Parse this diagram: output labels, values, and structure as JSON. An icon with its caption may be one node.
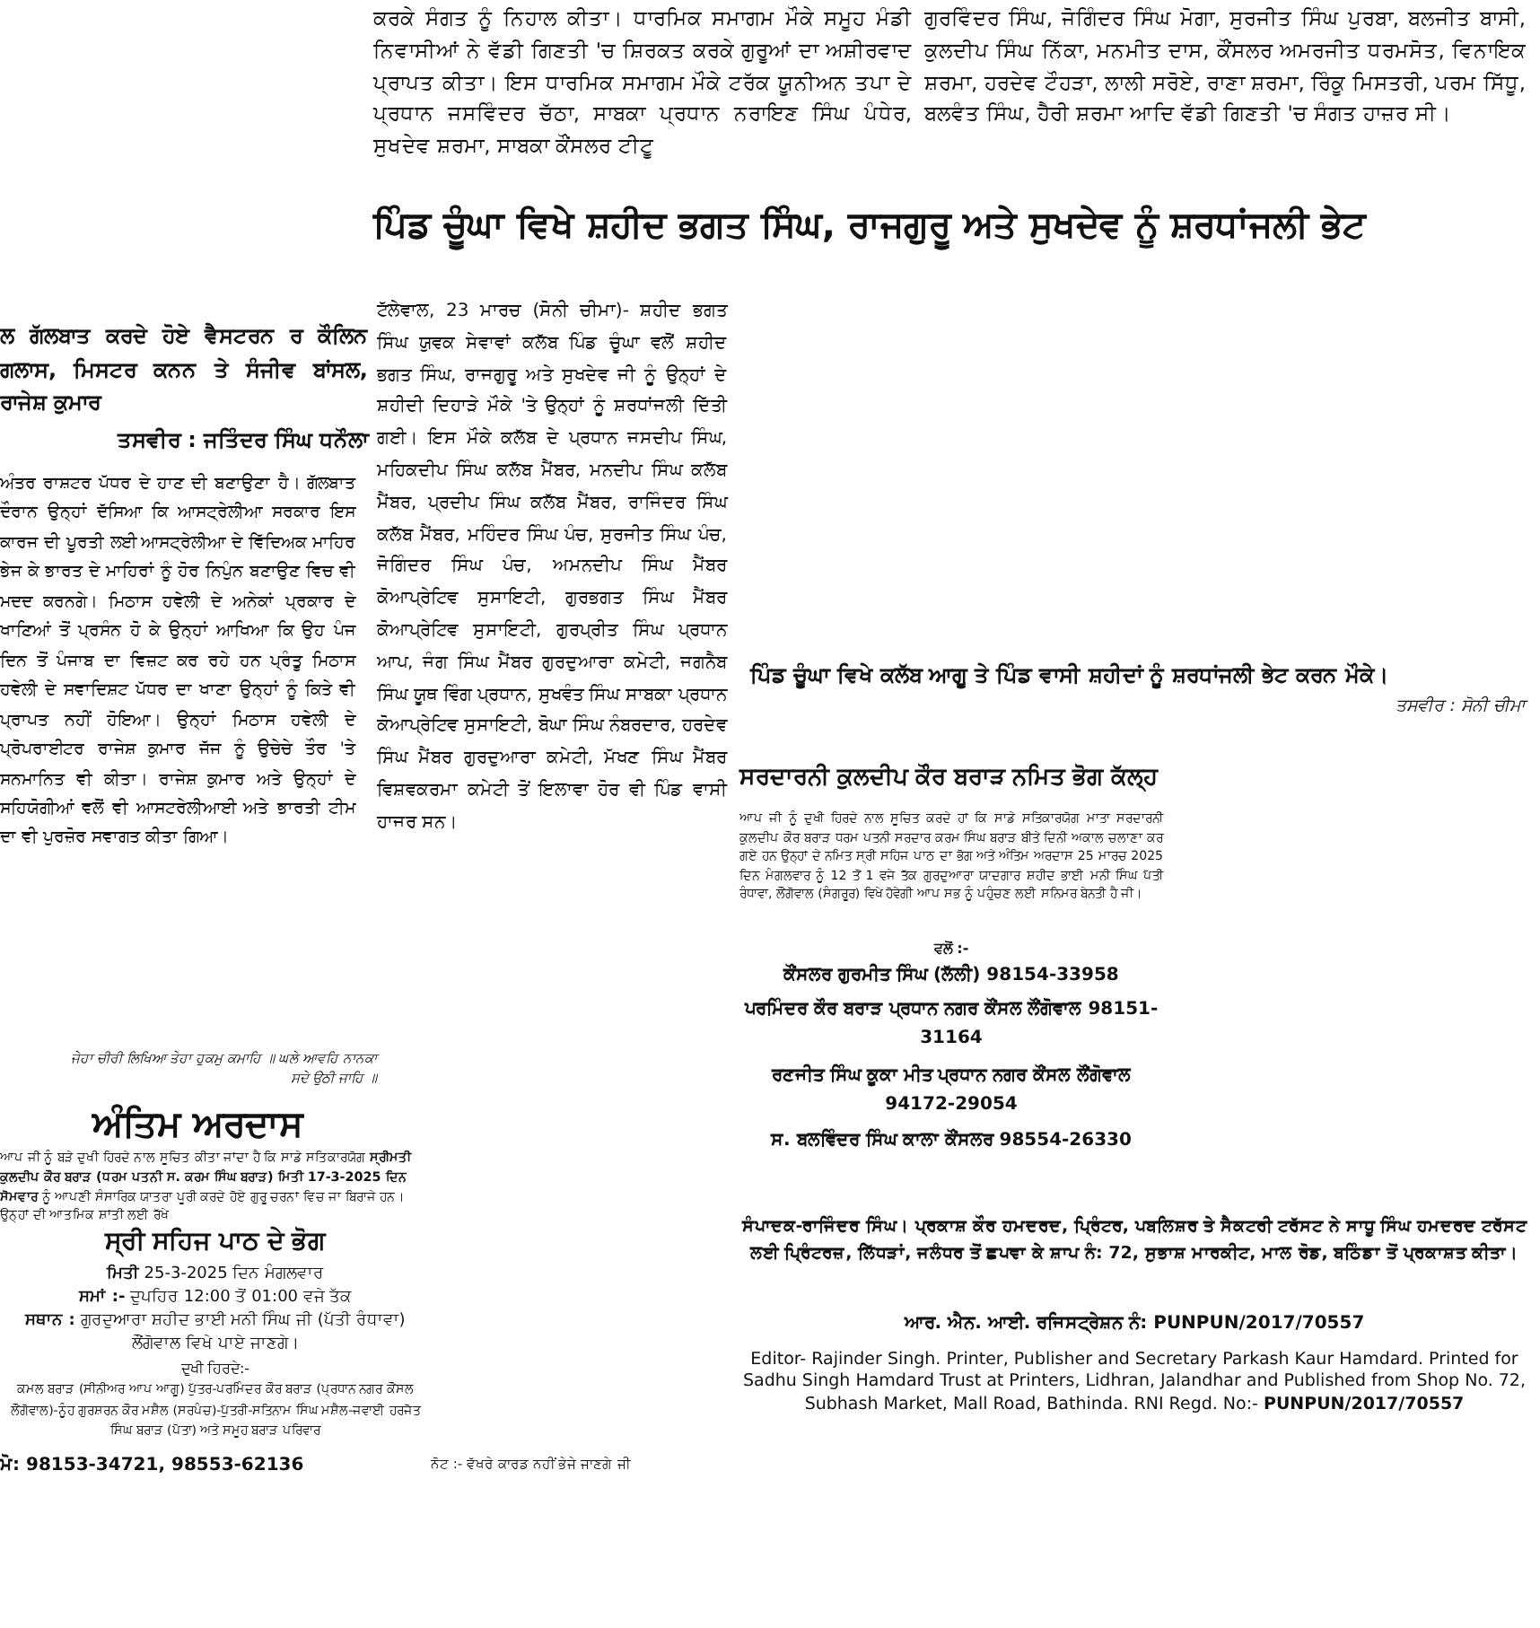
{
  "diagram": {
    "labels": [
      "ਕਰਕੇ ਸੰਗਤ ਨੂੰ ਨਿਹਾਲ ਕੀਤਾ। ਧਾਰਮਿਕ ਸਮਾਗਮ ਮੌਕੇ ਸਮੂਹ ਮੰਡੀ ਨਿਵਾਸੀਆਂ ਨੇ ਵੱਡੀ ਗਿਣਤੀ 'ਚ ਸ਼ਿਰਕਤ ਕਰਕੇ ਗੁਰੂਆਂ ਦਾ ਅਸ਼ੀਰਵਾਦ ਪ੍ਰਾਪਤ ਕੀਤਾ। ਇਸ ਧਾਰਮਿਕ ਸਮਾਗਮ ਮੌਕੇ ਟਰੱਕ ਯੂਨੀਅਨ ਤਪਾ ਦੇ ਪ੍ਰਧਾਨ ਜਸਵਿੰਦਰ ਚੱਠਾ, ਸਾਬਕਾ ਪ੍ਰਧਾਨ ਨਰਾਇਣ ਸਿੰਘ ਪੰਧੇਰ, ਸੁਖਦੇਵ ਸ਼ਰਮਾ, ਸਾਬਕਾ ਕੌਂਸਲਰ ਟੀਟੂ",
      "ਗੁਰਵਿੰਦਰ ਸਿੰਘ, ਜੋਗਿੰਦਰ ਸਿੰਘ ਮੋਗਾ, ਸੁਰਜੀਤ ਸਿੰਘ ਪੁਰਬਾ, ਬਲਜੀਤ ਬਾਸੀ, ਕੁਲਦੀਪ ਸਿੰਘ ਨਿੱਕਾ, ਮਨਮੀਤ ਦਾਸ, ਕੌਂਸਲਰ ਅਮਰਜੀਤ ਧਰਮਸੋਤ, ਵਿਨਾਇਕ ਸ਼ਰਮਾ, ਹਰਦੇਵ ਟੌਹੜਾ, ਲਾਲੀ ਸਰੋਏ, ਰਾਣਾ ਸ਼ਰਮਾ, ਰਿੰਕੂ ਮਿਸਤਰੀ, ਪਰਮ ਸਿੱਧੂ, ਬਲਵੰਤ ਸਿੰਘ, ਹੈਰੀ ਸ਼ਰਮਾ ਆਦਿ ਵੱਡੀ ਗਿਣਤੀ 'ਚ ਸੰਗਤ ਹਾਜ਼ਰ ਸੀ।",
      "ਪਿੰਡ ਚੂੰਘਾ ਵਿਖੇ ਸ਼ਹੀਦ ਭਗਤ ਸਿੰਘ, ਰਾਜਗੁਰੂ ਅਤੇ ਸੁਖਦੇਵ ਨੂੰ ਸ਼ਰਧਾਂਜਲੀ ਭੇਟ",
      "ਲ ਗੱਲਬਾਤ ਕਰਦੇ ਹੋਏ ਵੈਸਟਰਨ ਰ ਕੌਲਿਨ ਗਲਾਸ, ਮਿਸਟਰ ਕਨਨ ਤੇ ਸੰਜੀਵ ਬਾਂਸਲ, ਰਾਜੇਸ਼ ਕੁਮਾਰ",
      "ਤਸਵੀਰ : ਜਤਿੰਦਰ ਸਿੰਘ ਧਨੌਲਾ",
      "ਅੰਤਰ ਰਾਸ਼ਟਰ ਪੱਧਰ ਦੇ ਹਾਣ ਦੀ ਬਣਾਉਣਾ ਹੈ। ਗੱਲਬਾਤ ਦੌਰਾਨ ਉਨ੍ਹਾਂ ਦੱਸਿਆ ਕਿ ਆਸਟ੍ਰੇਲੀਆ ਸਰਕਾਰ ਇਸ ਕਾਰਜ ਦੀ ਪੂਰਤੀ ਲਈ ਆਸਟ੍ਰੇਲੀਆ ਦੇ ਵਿੱਦਿਅਕ ਮਾਹਿਰ ਭੇਜ ਕੇ ਭਾਰਤ ਦੇ ਮਾਹਿਰਾਂ ਨੂੰ ਹੋਰ ਨਿਪੁੰਨ ਬਣਾਉਣ ਵਿਚ ਵੀ ਮਦਦ ਕਰਨਗੇ। ਮਿਠਾਸ ਹਵੇਲੀ ਦੇ ਅਨੇਕਾਂ ਪ੍ਰਕਾਰ ਦੇ ਖਾਣਿਆਂ ਤੋਂ ਪ੍ਰਸੰਨ ਹੋ ਕੇ ਉਨ੍ਹਾਂ ਆਖਿਆ ਕਿ ਉਹ ਪੰਜ ਦਿਨ ਤੋਂ ਪੰਜਾਬ ਦਾ ਵਿਜ਼ਟ ਕਰ ਰਹੇ ਹਨ ਪ੍ਰੰਤੂ ਮਿਠਾਸ ਹਵੇਲੀ ਦੇ ਸਵਾਦਿਸ਼ਟ ਪੱਧਰ ਦਾ ਖਾਣਾ ਉਨ੍ਹਾਂ ਨੂੰ ਕਿਤੇ ਵੀ ਪ੍ਰਾਪਤ ਨਹੀਂ ਹੋਇਆ। ਉਨ੍ਹਾਂ ਮਿਠਾਸ ਹਵੇਲੀ ਦੇ ਪ੍ਰੋਪਰਾਈਟਰ ਰਾਜੇਸ਼ ਕੁਮਾਰ ਜੱਜ ਨੂੰ ਉਚੇਚੇ ਤੌਰ 'ਤੇ ਸਨਮਾਨਿਤ ਵੀ ਕੀਤਾ। ਰਾਜੇਸ਼ ਕੁਮਾਰ ਅਤੇ ਉਨ੍ਹਾਂ ਦੇ ਸਹਿਯੋਗੀਆਂ ਵਲੋਂ ਵੀ ਆਸਟਰੇਲੀਆਈ ਅਤੇ ਭਾਰਤੀ ਟੀਮ ਦਾ ਵੀ ਪੁਰਜ਼ੋਰ ਸਵਾਗਤ ਕੀਤਾ ਗਿਆ।",
      "ਜੇਹਾ ਚੀਰੀ ਲਿਖਿਆ ਤੇਹਾ ਹੁਕਮੁ ਕਮਾਹਿ ॥ ਘਲੇ ਆਵਹਿ ਨਾਨਕਾ ਸਦੇ ਉਠੀ ਜਾਹਿ ॥",
      "ਅੰਤਿਮ ਅਰਦਾਸ",
      "ਆਪ ਜੀ ਨੂੰ ਬੜੇ ਦੁਖੀ ਹਿਰਦੇ ਨਾਲ ਸੂਚਿਤ ਕੀਤਾ ਜਾਂਦਾ ਹੈ ਕਿ ਸਾਡੇ ਸਤਿਕਾਰਯੋਗ **ਸ੍ਰੀਮਤੀ ਕੁਲਦੀਪ ਕੌਰ ਬਰਾੜ (ਧਰਮ ਪਤਨੀ ਸ. ਕਰਮ ਸਿੰਘ ਬਰਾੜ) ਮਿਤੀ 17-3-2025 ਦਿਨ ਸੋਮਵਾਰ** ਨੂੰ ਆਪਣੀ ਸੰਸਾਰਿਕ ਯਾਤਰਾ ਪੂਰੀ ਕਰਦੇ ਹੋਏ ਗੁਰੂ ਚਰਨਾਂ ਵਿਚ ਜਾ ਬਿਰਾਜੇ ਹਨ। ਉਨ੍ਹਾਂ ਦੀ ਆਤਮਿਕ ਸ਼ਾਂਤੀ ਲਈ ਰੱਖੇ",
      "ਸ੍ਰੀ ਸਹਿਜ ਪਾਠ ਦੇ ਭੋਗ",
      "**ਮਿਤੀ** 25-3-2025 ਦਿਨ ਮੰਗਲਵਾਰ",
      "**ਸਮਾਂ :-** ਦੁਪਹਿਰ 12:00 ਤੋਂ 01:00 ਵਜੇ ਤੱਕ",
      "**ਸਥਾਨ :** ਗੁਰਦੁਆਰਾ ਸ਼ਹੀਦ ਭਾਈ ਮਨੀ ਸਿੰਘ ਜੀ (ਪੱਤੀ ਰੰਧਾਵਾ) ਲੌਂਗੋਵਾਲ ਵਿਖੇ ਪਾਏ ਜਾਣਗੇ।",
      "ਦੁਖੀ ਹਿਰਦੇ:-",
      "ਕਮਲ ਬਰਾੜ (ਸੀਨੀਅਰ ਆਪ ਆਗੂ) ਪੁੱਤਰ-ਪਰਮਿੰਦਰ ਕੌਰ ਬਰਾੜ (ਪ੍ਰਧਾਨ ਨਗਰ ਕੌਂਸਲ ਲੌਂਗੋਵਾਲ)-ਨੂੰਹ ਗੁਰਸ਼ਰਨ ਕੌਰ ਮਸ਼ੈਲ (ਸਰਪੰਚ)-ਪੁੱਤਰੀ-ਸਤਿਨਾਮ ਸਿੰਘ ਮਸ਼ੈਲ-ਜਵਾਈ ਹਰਜੋਤ ਸਿੰਘ ਬਰਾੜ (ਪੋਤਾ) ਅਤੇ ਸਮੂਹ ਬਰਾੜ ਪਰਿਵਾਰ",
      "ਮੋ: 98153-34721, 98553-62136",
      "ਨੋਟ :- ਵੱਖਰੇ ਕਾਰਡ ਨਹੀਂ ਭੇਜੇ ਜਾਣਗੇ ਜੀ",
      "ਟੱਲੇਵਾਲ, 23 ਮਾਰਚ (ਸੋਨੀ ਚੀਮਾ)- ਸ਼ਹੀਦ ਭਗਤ ਸਿੰਘ ਯੁਵਕ ਸੇਵਾਵਾਂ ਕਲੱਬ ਪਿੰਡ ਚੂੰਘਾ ਵਲੋਂ ਸ਼ਹੀਦ ਭਗਤ ਸਿੰਘ, ਰਾਜਗੁਰੂ ਅਤੇ ਸੁਖਦੇਵ ਜੀ ਨੂੰ ਉਨ੍ਹਾਂ ਦੇ ਸ਼ਹੀਦੀ ਦਿਹਾੜੇ ਮੌਕੇ 'ਤੇ ਉਨ੍ਹਾਂ ਨੂੰ ਸ਼ਰਧਾਂਜਲੀ ਦਿੱਤੀ ਗਈ। ਇਸ ਮੌਕੇ ਕਲੱਬ ਦੇ ਪ੍ਰਧਾਨ ਜਸਦੀਪ ਸਿੰਘ, ਮਹਿਕਦੀਪ ਸਿੰਘ ਕਲੱਬ ਮੈਂਬਰ, ਮਨਦੀਪ ਸਿੰਘ ਕਲੱਬ ਮੈਂਬਰ, ਪ੍ਰਦੀਪ ਸਿੰਘ ਕਲੱਬ ਮੈਂਬਰ, ਰਾਜਿੰਦਰ ਸਿੰਘ ਕਲੱਬ ਮੈਂਬਰ, ਮਹਿੰਦਰ ਸਿੰਘ ਪੰਚ, ਸੁਰਜੀਤ ਸਿੰਘ ਪੰਚ, ਜੋਗਿੰਦਰ ਸਿੰਘ ਪੰਚ, ਅਮਨਦੀਪ ਸਿੰਘ ਮੈਂਬਰ ਕੋਆਪ੍ਰੇਟਿਵ ਸੁਸਾਇਟੀ, ਗੁਰਭਗਤ ਸਿੰਘ ਮੈਂਬਰ ਕੋਆਪ੍ਰੇਟਿਵ ਸੁਸਾਇਟੀ, ਗੁਰਪ੍ਰੀਤ ਸਿੰਘ ਪ੍ਰਧਾਨ ਆਪ, ਜੰਗ ਸਿੰਘ ਮੈਂਬਰ ਗੁਰਦੁਆਰਾ ਕਮੇਟੀ, ਜਗਨੈਬ ਸਿੰਘ ਯੂਥ ਵਿੰਗ ਪ੍ਰਧਾਨ, ਸੁਖਵੰਤ ਸਿੰਘ ਸਾਬਕਾ ਪ੍ਰਧਾਨ ਕੋਆਪ੍ਰੇਟਿਵ ਸੁਸਾਇਟੀ, ਬੋਘਾ ਸਿੰਘ ਨੰਬਰਦਾਰ, ਹਰਦੇਵ ਸਿੰਘ ਮੈਂਬਰ ਗੁਰਦੁਆਰਾ ਕਮੇਟੀ, ਮੱਖਣ ਸਿੰਘ ਮੈਂਬਰ ਵਿਸ਼ਵਕਰਮਾ ਕਮੇਟੀ ਤੋਂ ਇਲਾਵਾ ਹੋਰ ਵੀ ਪਿੰਡ ਵਾਸੀ ਹਾਜਰ ਸਨ।",
      "ਪਿੰਡ ਚੂੰਘਾ ਵਿਖੇ ਕਲੱਬ ਆਗੂ ਤੇ ਪਿੰਡ ਵਾਸੀ ਸ਼ਹੀਦਾਂ ਨੂੰ ਸ਼ਰਧਾਂਜਲੀ ਭੇਟ ਕਰਨ ਮੌਕੇ।",
      "ਤਸਵੀਰ : ਸੋਨੀ ਚੀਮਾ",
      "ਸਰਦਾਰਨੀ ਕੁਲਦੀਪ ਕੌਰ ਬਰਾੜ ਨਮਿਤ ਭੋਗ ਕੱਲ੍ਹ",
      "ਆਪ ਜੀ ਨੂੰ ਦੁਖੀ ਹਿਰਦੇ ਨਾਲ ਸੂਚਿਤ ਕਰਦੇ ਹਾਂ ਕਿ ਸਾਡੇ ਸਤਿਕਾਰਯੋਗ ਮਾਤਾ ਸਰਦਾਰਨੀ ਕੁਲਦੀਪ ਕੌਰ ਬਰਾੜ ਧਰਮ ਪਤਨੀ ਸਰਦਾਰ ਕਰਮ ਸਿੰਘ ਬਰਾੜ ਬੀਤੇ ਦਿਨੀ ਅਕਾਲ ਚਲਾਣਾ ਕਰ ਗਏ ਹਨ ਉਨ੍ਹਾਂ ਦੇ ਨਮਿਤ ਸ੍ਰੀ ਸਹਿਜ ਪਾਠ ਦਾ ਭੋਗ ਅਤੇ ਅੰਤਿਮ ਅਰਦਾਸ 25 ਮਾਰਚ 2025 ਦਿਨ ਮੰਗਲਵਾਰ ਨੂੰ 12 ਤੋਂ 1 ਵਜੇ ਤੱਕ ਗੁਰਦੁਆਰਾ ਯਾਦਗਾਰ ਸ਼ਹੀਦ ਭਾਈ ਮਨੀ ਸਿੰਘ ਪੱਤੀ ਰੰਧਾਵਾ, ਲੌਂਗੋਵਾਲ (ਸੰਗਰੂਰ) ਵਿਖੇ ਹੋਵੇਗੀ ਆਪ ਸਭ ਨੂੰ ਪਹੁੰਚਣ ਲਈ ਸਨਿਮਰ ਬੇਨਤੀ ਹੈ ਜੀ।",
      "ਵਲੋਂ :-",
      "ਕੌਂਸਲਰ ਗੁਰਮੀਤ ਸਿੰਘ (ਲੱਲੀ) 98154-33958",
      "ਪਰਮਿੰਦਰ ਕੌਰ ਬਰਾੜ ਪ੍ਰਧਾਨ ਨਗਰ ਕੌਂਸਲ ਲੌਂਗੋਵਾਲ 98151-31164",
      "ਰਣਜੀਤ ਸਿੰਘ ਕੂਕਾ ਮੀਤ ਪ੍ਰਧਾਨ ਨਗਰ ਕੌਂਸਲ ਲੌਂਗੋਵਾਲ 94172-29054",
      "ਸ. ਬਲਵਿੰਦਰ ਸਿੰਘ ਕਾਲਾ ਕੌਂਸਲਰ 98554-26330",
      "ਸੰਪਾਦਕ-ਰਾਜਿੰਦਰ ਸਿੰਘ। ਪ੍ਰਕਾਸ਼ ਕੌਰ ਹਮਦਰਦ, ਪ੍ਰਿੰਟਰ, ਪਬਲਿਸ਼ਰ ਤੇ ਸੈਕਟਰੀ ਟਰੱਸਟ ਨੇ ਸਾਧੂ ਸਿੰਘ ਹਮਦਰਦ ਟਰੱਸਟ ਲਈ ਪ੍ਰਿੰਟਰਜ਼, ਲਿੱਧੜਾਂ, ਜਲੰਧਰ ਤੋਂ ਛਪਵਾ ਕੇ ਸ਼ਾਪ ਨੰ: 72, ਸੁਭਾਸ਼ ਮਾਰਕੀਟ, ਮਾਲ ਰੋਡ, ਬਠਿੰਡਾ ਤੋਂ ਪ੍ਰਕਾਸ਼ਤ ਕੀਤਾ।",
      "ਆਰ. ਐਨ. ਆਈ. ਰਜਿਸਟ੍ਰੇਸ਼ਨ ਨੰ: **PUNPUN/2017/70557**",
      "Editor- Rajinder Singh. Printer, Publisher and Secretary Parkash Kaur Hamdard. Printed for Sadhu Singh Hamdard Trust at Printers, Lidhran, Jalandhar and Published from Shop No. 72, Subhash Market, Mall Road, Bathinda. RNI Regd. No:- **PUNPUN/2017/70557**"
    ]
  }
}
